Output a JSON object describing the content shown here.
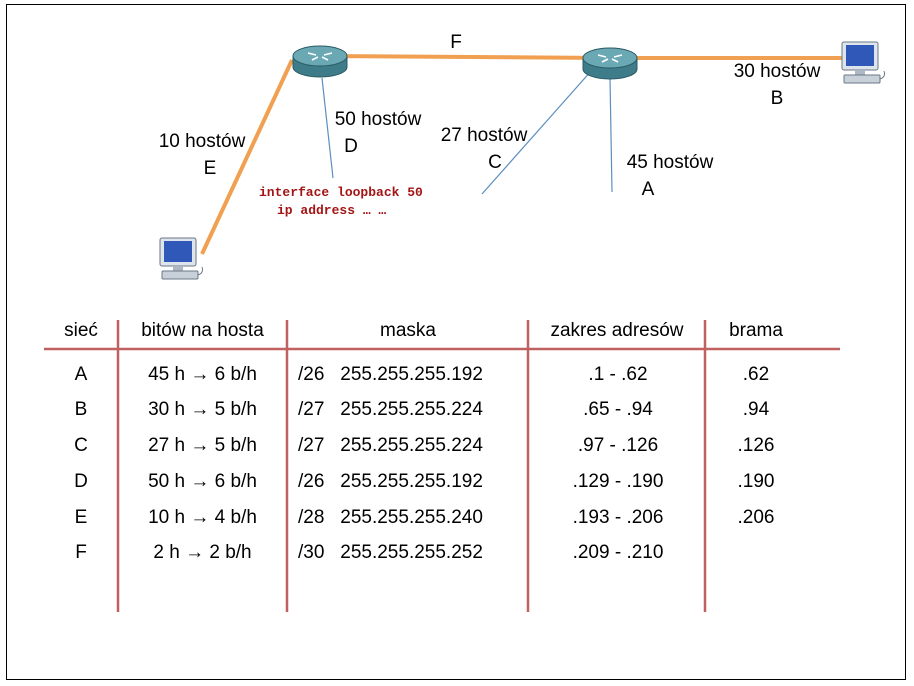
{
  "diagram": {
    "labels": {
      "link_f": "F",
      "net_b_hosts": "30 hostów",
      "net_b_name": "B",
      "net_d_hosts": "50 hostów",
      "net_d_name": "D",
      "net_e_hosts": "10 hostów",
      "net_e_name": "E",
      "net_c_hosts": "27 hostów",
      "net_c_name": "C",
      "net_a_hosts": "45 hostów",
      "net_a_name": "A"
    },
    "code_line1": "interface loopback 50",
    "code_line2": "ip address … …",
    "colors": {
      "link": "#f0a050",
      "thin_line": "#5a8fc0",
      "router": "#4a8a98",
      "code": "#a31515",
      "table_rule": "#c06060"
    }
  },
  "table": {
    "headers": [
      "sieć",
      "bitów na hosta",
      "maska",
      "zakres adresów",
      "brama"
    ],
    "rows": [
      {
        "siec": "A",
        "bity": "45 h → 6 b/h",
        "prefix": "/26",
        "maska": "255.255.255.192",
        "zakres": ".1 - .62",
        "brama": ".62"
      },
      {
        "siec": "B",
        "bity": "30 h → 5 b/h",
        "prefix": "/27",
        "maska": "255.255.255.224",
        "zakres": ".65 - .94",
        "brama": ".94"
      },
      {
        "siec": "C",
        "bity": "27 h → 5 b/h",
        "prefix": "/27",
        "maska": "255.255.255.224",
        "zakres": ".97 - .126",
        "brama": ".126"
      },
      {
        "siec": "D",
        "bity": "50 h → 6 b/h",
        "prefix": "/26",
        "maska": "255.255.255.192",
        "zakres": ".129 - .190",
        "brama": ".190"
      },
      {
        "siec": "E",
        "bity": "10 h → 4 b/h",
        "prefix": "/28",
        "maska": "255.255.255.240",
        "zakres": ".193 - .206",
        "brama": ".206"
      },
      {
        "siec": "F",
        "bity": "2 h → 2 b/h",
        "prefix": "/30",
        "maska": "255.255.255.252",
        "zakres": ".209 - .210",
        "brama": ""
      }
    ]
  }
}
